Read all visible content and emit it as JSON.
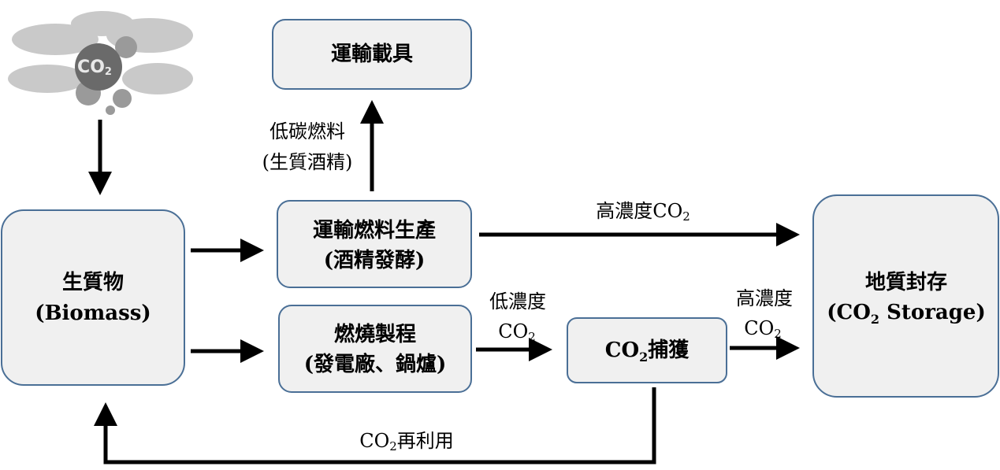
{
  "nodes": {
    "vehicles": {
      "line1": "運輸載具"
    },
    "fuel_production": {
      "line1": "運輸燃料生產",
      "line2": "(酒精發酵)"
    },
    "combustion": {
      "line1": "燃燒製程",
      "line2": "(發電廠、鍋爐)"
    },
    "biomass": {
      "line1": "生質物",
      "line2": "(Biomass)"
    },
    "capture": {
      "prefix": "CO",
      "sub": "2",
      "suffix": "捕獲"
    },
    "storage": {
      "line1": "地質封存",
      "line2_prefix": "(CO",
      "line2_sub": "2",
      "line2_suffix": " Storage)"
    }
  },
  "edges": {
    "low_carbon_fuel": {
      "line1": "低碳燃料",
      "line2": "(生質酒精)"
    },
    "high_conc_top": {
      "prefix": "高濃度CO",
      "sub": "2"
    },
    "low_conc": {
      "line1": "低濃度",
      "line2_prefix": "CO",
      "line2_sub": "2"
    },
    "high_conc_right": {
      "line1": "高濃度",
      "line2_prefix": "CO",
      "line2_sub": "2"
    },
    "reuse": {
      "prefix": "CO",
      "sub": "2",
      "suffix": "再利用"
    }
  },
  "illustration": {
    "ball_text": "CO",
    "ball_sub": "2"
  },
  "colors": {
    "box_fill": "#f0f0f0",
    "box_border": "#4a6f96",
    "arrow": "#000000"
  }
}
